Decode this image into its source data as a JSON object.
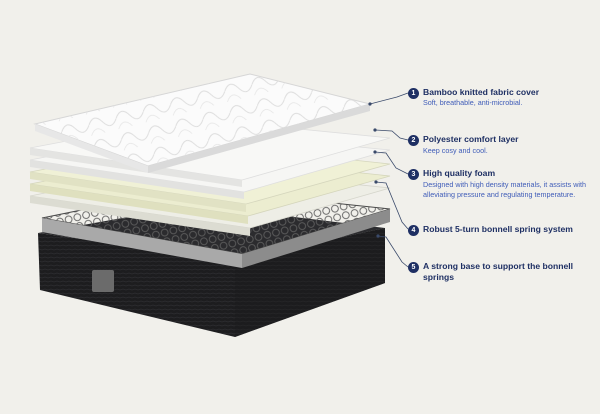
{
  "colors": {
    "background": "#f1f0eb",
    "marker": "#1e2f63",
    "title_text": "#1e2f63",
    "description_text": "#3f5cb8",
    "leader_line": "#3a4a6a",
    "base": "#1d1d1f"
  },
  "callouts": [
    {
      "number": "1",
      "title": "Bamboo knitted fabric cover",
      "description": "Soft, breathable, anti-microbial."
    },
    {
      "number": "2",
      "title": "Polyester comfort layer",
      "description": "Keep cosy and cool."
    },
    {
      "number": "3",
      "title": "High quality foam",
      "description": "Designed with high density materials, it assists with alleviating pressure and regulating temperature."
    },
    {
      "number": "4",
      "title": "Robust 5-turn bonnell spring system",
      "description": ""
    },
    {
      "number": "5",
      "title": "A strong base to support the bonnell springs",
      "description": ""
    }
  ]
}
